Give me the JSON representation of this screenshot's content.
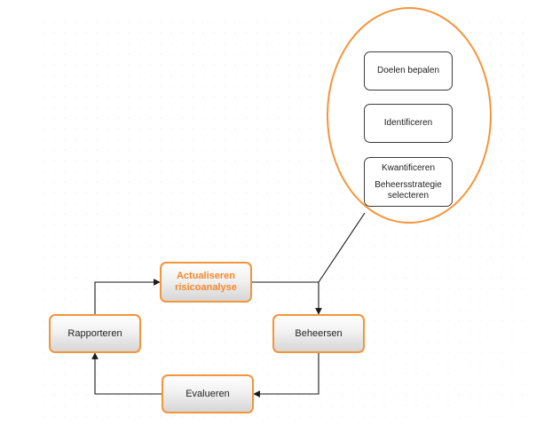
{
  "cycle": {
    "actualiseren": "Actualiseren risicoanalyse",
    "beheersen": "Beheersen",
    "evalueren": "Evalueren",
    "rapporteren": "Rapporteren"
  },
  "detail": {
    "doelen": "Doelen bepalen",
    "identificeren": "Identificeren",
    "kwantificeren": "Kwantificeren",
    "beheersstrategie": "Beheersstrategie selecteren"
  },
  "colors": {
    "accent": "#f5953a",
    "active_text": "#f5892a",
    "line": "#1a1a1a"
  }
}
